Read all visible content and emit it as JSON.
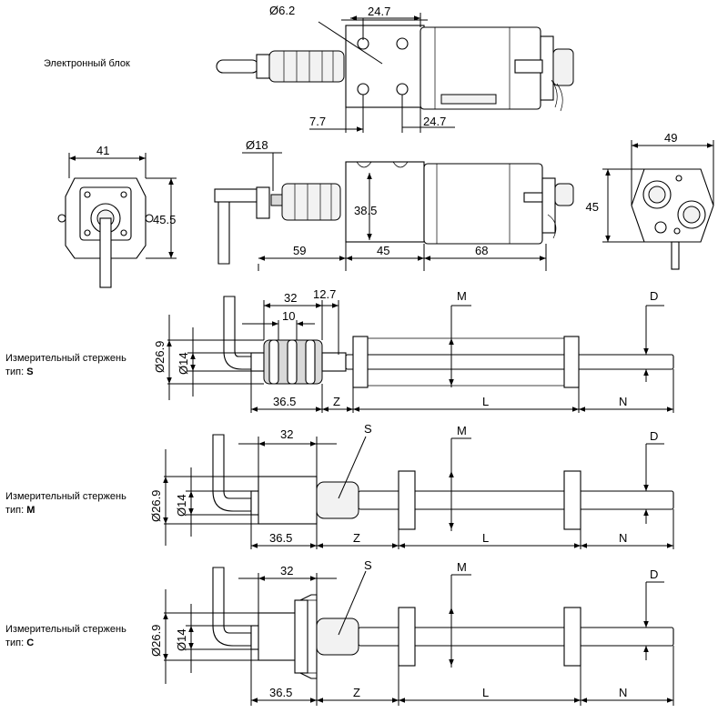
{
  "labels": {
    "electronic_unit": "Электронный блок",
    "rod_title": "Измерительный стержень",
    "type_prefix": "тип:",
    "type_s": "S",
    "type_m": "M",
    "type_c": "C"
  },
  "top_view": {
    "dia_hole": "Ø6.2",
    "dim_top": "24.7",
    "dim_left": "7.7",
    "dim_bottom": "24.7"
  },
  "side_view": {
    "dia_18": "Ø18",
    "height": "38.5",
    "len_59": "59",
    "len_45": "45",
    "len_68": "68"
  },
  "left_view": {
    "width": "41",
    "height": "45.5"
  },
  "right_view": {
    "width": "49",
    "height": "45"
  },
  "rod_s": {
    "d_outer": "Ø26.9",
    "d_inner": "Ø14",
    "dim_32": "32",
    "dim_12_7": "12.7",
    "dim_10": "10",
    "dim_36_5": "36.5",
    "Z": "Z",
    "L": "L",
    "N": "N",
    "M": "M",
    "D": "D"
  },
  "rod_m": {
    "d_outer": "Ø26.9",
    "d_inner": "Ø14",
    "dim_32": "32",
    "S": "S",
    "dim_36_5": "36.5",
    "Z": "Z",
    "L": "L",
    "N": "N",
    "M": "M",
    "D": "D"
  },
  "rod_c": {
    "d_outer": "Ø26.9",
    "d_inner": "Ø14",
    "dim_32": "32",
    "S": "S",
    "dim_36_5": "36.5",
    "Z": "Z",
    "L": "L",
    "N": "N",
    "M": "M",
    "D": "D"
  }
}
